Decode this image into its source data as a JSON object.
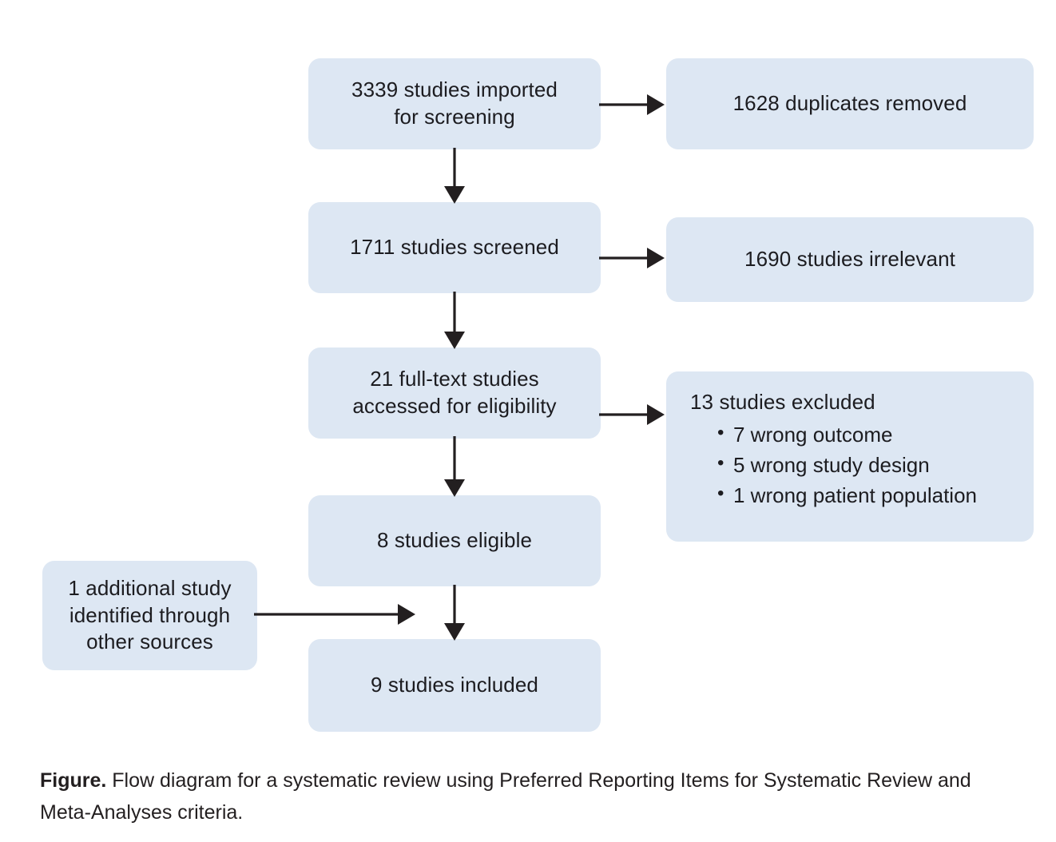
{
  "figure": {
    "type": "prisma-flow-diagram",
    "colors": {
      "box_fill": "#dde7f3",
      "text": "#1c1c20",
      "connector": "#231f20",
      "background": "#ffffff"
    },
    "nodes": {
      "imported": "3339 studies imported\nfor screening",
      "duplicates": "1628 duplicates removed",
      "screened": "1711 studies screened",
      "irrelevant": "1690 studies irrelevant",
      "fulltext": "21 full-text studies\naccessed for eligibility",
      "excluded_heading": "13 studies excluded",
      "excluded_reasons": [
        "7 wrong outcome",
        "5 wrong study design",
        "1 wrong patient population"
      ],
      "eligible": "8 studies eligible",
      "additional": "1 additional study\nidentified through\nother sources",
      "included": "9 studies included"
    },
    "flow": [
      {
        "from": "imported",
        "to": "duplicates",
        "direction": "right"
      },
      {
        "from": "imported",
        "to": "screened",
        "direction": "down"
      },
      {
        "from": "screened",
        "to": "irrelevant",
        "direction": "right"
      },
      {
        "from": "screened",
        "to": "fulltext",
        "direction": "down"
      },
      {
        "from": "fulltext",
        "to": "excluded",
        "direction": "right"
      },
      {
        "from": "fulltext",
        "to": "eligible",
        "direction": "down"
      },
      {
        "from": "eligible",
        "to": "included",
        "direction": "down"
      },
      {
        "from": "additional",
        "to": "included",
        "direction": "right"
      }
    ],
    "caption": {
      "label": "Figure.",
      "text": " Flow diagram for a systematic review using Preferred Reporting Items for Systematic Review and Meta-Analyses criteria."
    }
  }
}
